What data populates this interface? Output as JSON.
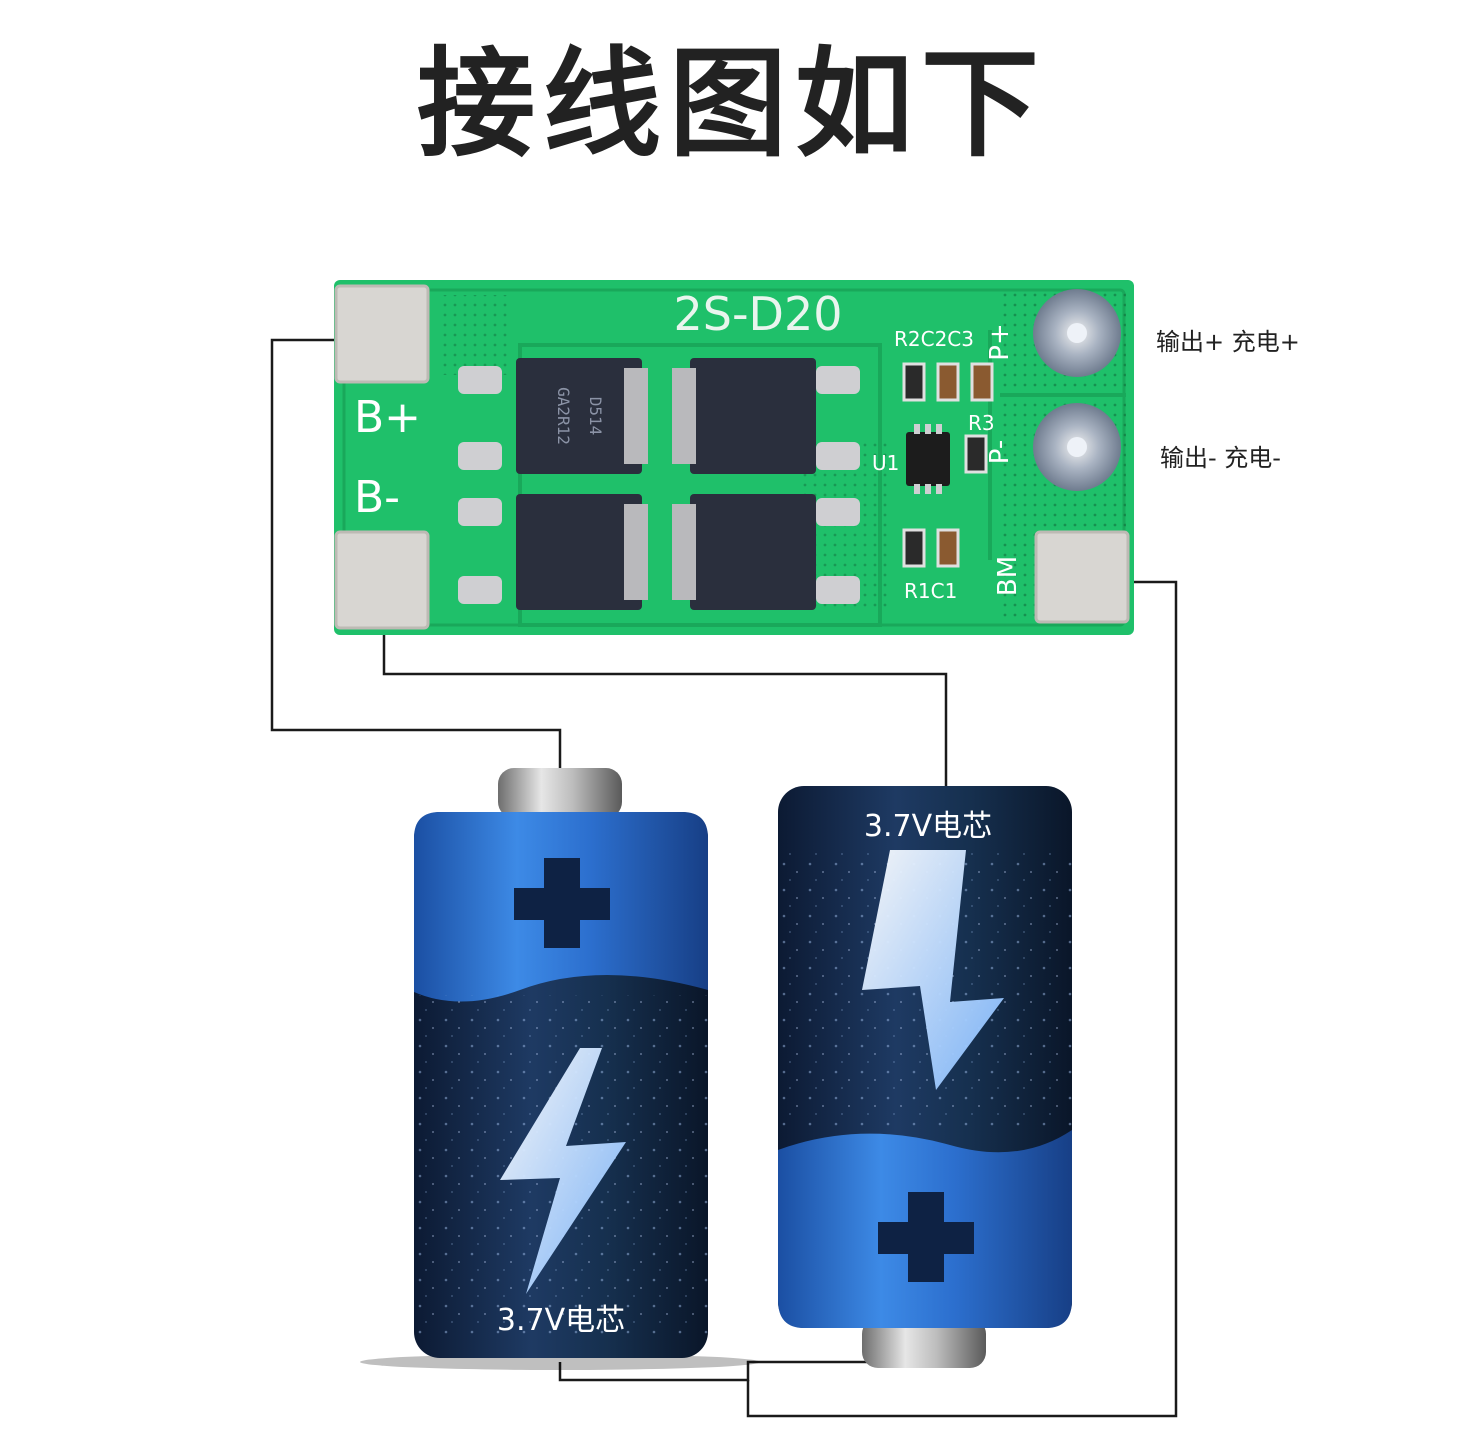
{
  "title": "接线图如下",
  "board": {
    "model": "2S-D20",
    "pad_b_plus": "B+",
    "pad_b_minus": "B-",
    "pad_bm": "BM",
    "pad_p_plus": "P+",
    "pad_p_minus": "P-",
    "chip_u1": "U1",
    "label_r2c2c3": "R2C2C3",
    "label_r3": "R3",
    "label_r1c1": "R1C1",
    "mosfet_label_1": "D514",
    "mosfet_label_2": "GA2R12"
  },
  "outputs": {
    "positive": "输出+ 充电+",
    "negative": "输出- 充电-"
  },
  "cells": {
    "left_label": "3.7V电芯",
    "right_label": "3.7V电芯"
  },
  "colors": {
    "pcb_green": "#1fc06a",
    "pcb_trace": "#19a85a",
    "pad_silver": "#d8d6d2",
    "wire": "#1a1a1a",
    "battery_blue": "#2a6fd0",
    "battery_dark": "#12243f"
  }
}
